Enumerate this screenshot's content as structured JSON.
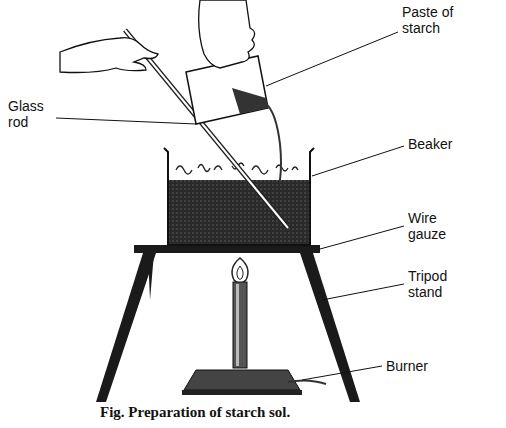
{
  "diagram": {
    "caption": "Fig. Preparation of starch sol.",
    "labels": [
      "Paste of starch",
      "Glass rod",
      "Beaker",
      "Wire gauze",
      "Tripod stand",
      "Burner"
    ]
  }
}
